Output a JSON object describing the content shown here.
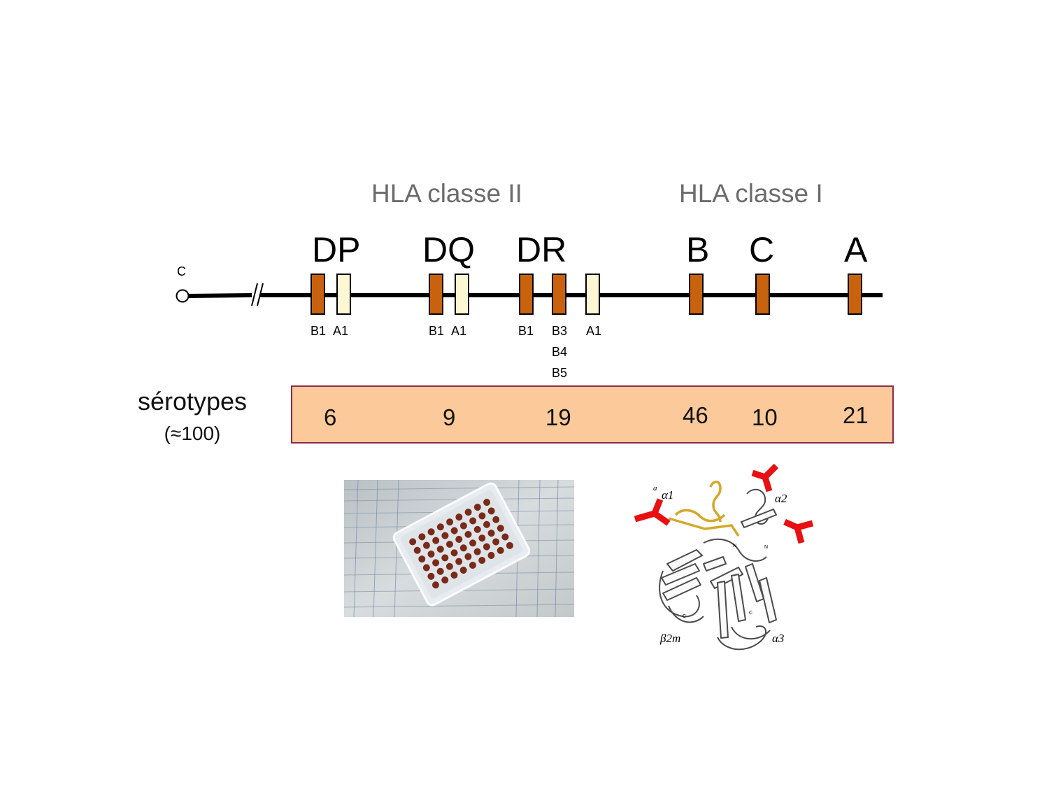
{
  "classes": {
    "class2": "HLA classe II",
    "class1": "HLA classe I"
  },
  "loci": {
    "dp": "DP",
    "dq": "DQ",
    "dr": "DR",
    "b": "B",
    "c": "C",
    "a": "A"
  },
  "chromosome": {
    "centromere_label": "C"
  },
  "gene_labels": {
    "dp_b1": "B1",
    "dp_a1": "A1",
    "dq_b1": "B1",
    "dq_a1": "A1",
    "dr_b1": "B1",
    "dr_b3": "B3",
    "dr_b4": "B4",
    "dr_b5": "B5",
    "dr_a1": "A1"
  },
  "serotypes": {
    "label": "sérotypes",
    "total": "(≈100)",
    "counts": {
      "dp": "6",
      "dq": "9",
      "dr": "19",
      "b": "46",
      "c": "10",
      "a": "21"
    }
  },
  "structure_labels": {
    "alpha1": "α1",
    "alpha2": "α2",
    "alpha3": "α3",
    "b2m": "β2m",
    "a": "a",
    "n": "N",
    "c": "C"
  },
  "colors": {
    "beta_gene": "#c8620e",
    "alpha_gene": "#fdf7d3",
    "serotype_box": "#fbc99a",
    "serotype_border": "#8b2a46",
    "antibody": "#e81010",
    "alpha_helix": "#d4a82a"
  }
}
